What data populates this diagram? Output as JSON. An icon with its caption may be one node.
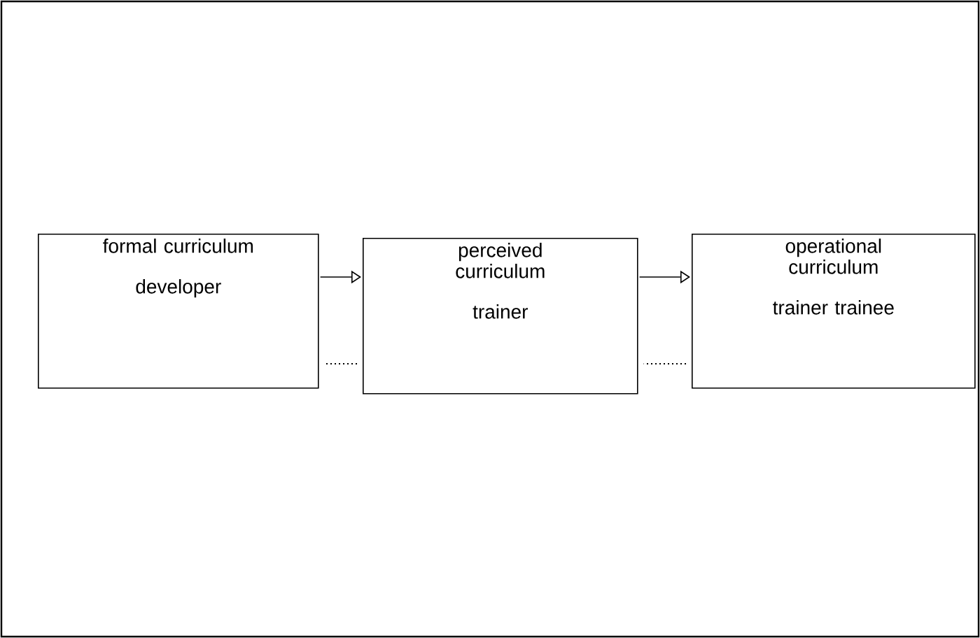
{
  "diagram": {
    "nodes": [
      {
        "text": [
          "formal curriculum",
          "developer"
        ]
      },
      {
        "text": [
          "perceived curriculum",
          "trainer"
        ]
      },
      {
        "text": [
          "operational curriculum",
          "trainer trainee"
        ]
      }
    ],
    "edges": [
      {
        "from": 0,
        "to": 1,
        "arrow": "to"
      },
      {
        "from": 1,
        "to": 2,
        "arrow": "to"
      },
      {
        "from": 1,
        "to": 0,
        "arrow": "none",
        "style": "dashed"
      },
      {
        "from": 2,
        "to": 1,
        "arrow": "none",
        "style": "dashed"
      }
    ]
  }
}
